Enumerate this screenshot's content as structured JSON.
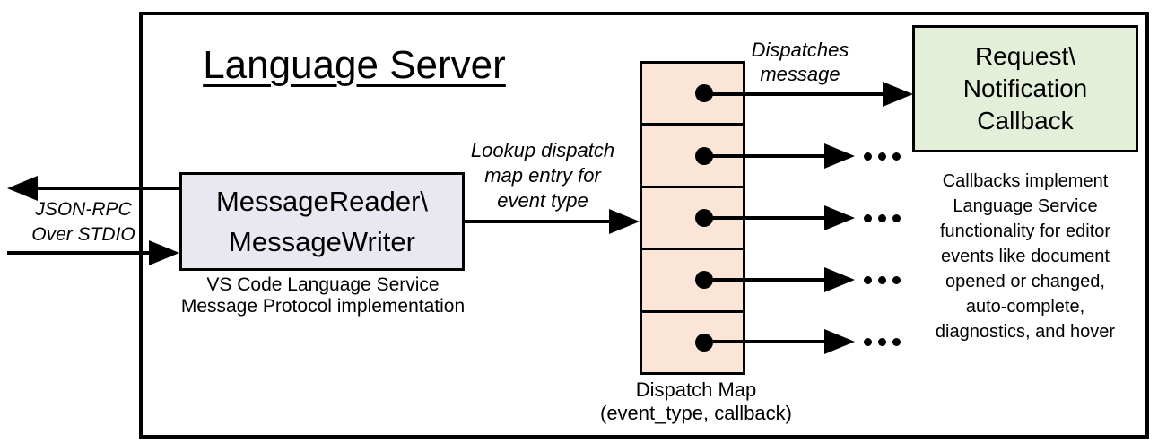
{
  "colors": {
    "reader_box_fill": "#e9e8f1",
    "dispatch_cell_fill": "#fbe5d6",
    "callback_box_fill": "#e4efda",
    "line_color": "#000000"
  },
  "title": "Language Server",
  "stdio": {
    "label": "JSON-RPC\nOver STDIO"
  },
  "reader_box": {
    "label": "MessageReader\\\nMessageWriter",
    "caption": "VS Code Language Service\nMessage Protocol implementation"
  },
  "lookup": {
    "label": "Lookup dispatch\nmap entry for\nevent type"
  },
  "dispatch_map": {
    "cell_count": 5,
    "label": "Dispatch Map\n(event_type, callback)"
  },
  "dispatches": {
    "label": "Dispatches\nmessage"
  },
  "callback_box": {
    "label": "Request\\\nNotification\nCallback"
  },
  "callbacks_note": {
    "label": "Callbacks implement\nLanguage Service\nfunctionality for editor\nevents like document\nopened or changed,\nauto-complete,\ndiagnostics, and hover"
  },
  "icons": {
    "ellipsis": "more-callbacks-ellipsis"
  }
}
